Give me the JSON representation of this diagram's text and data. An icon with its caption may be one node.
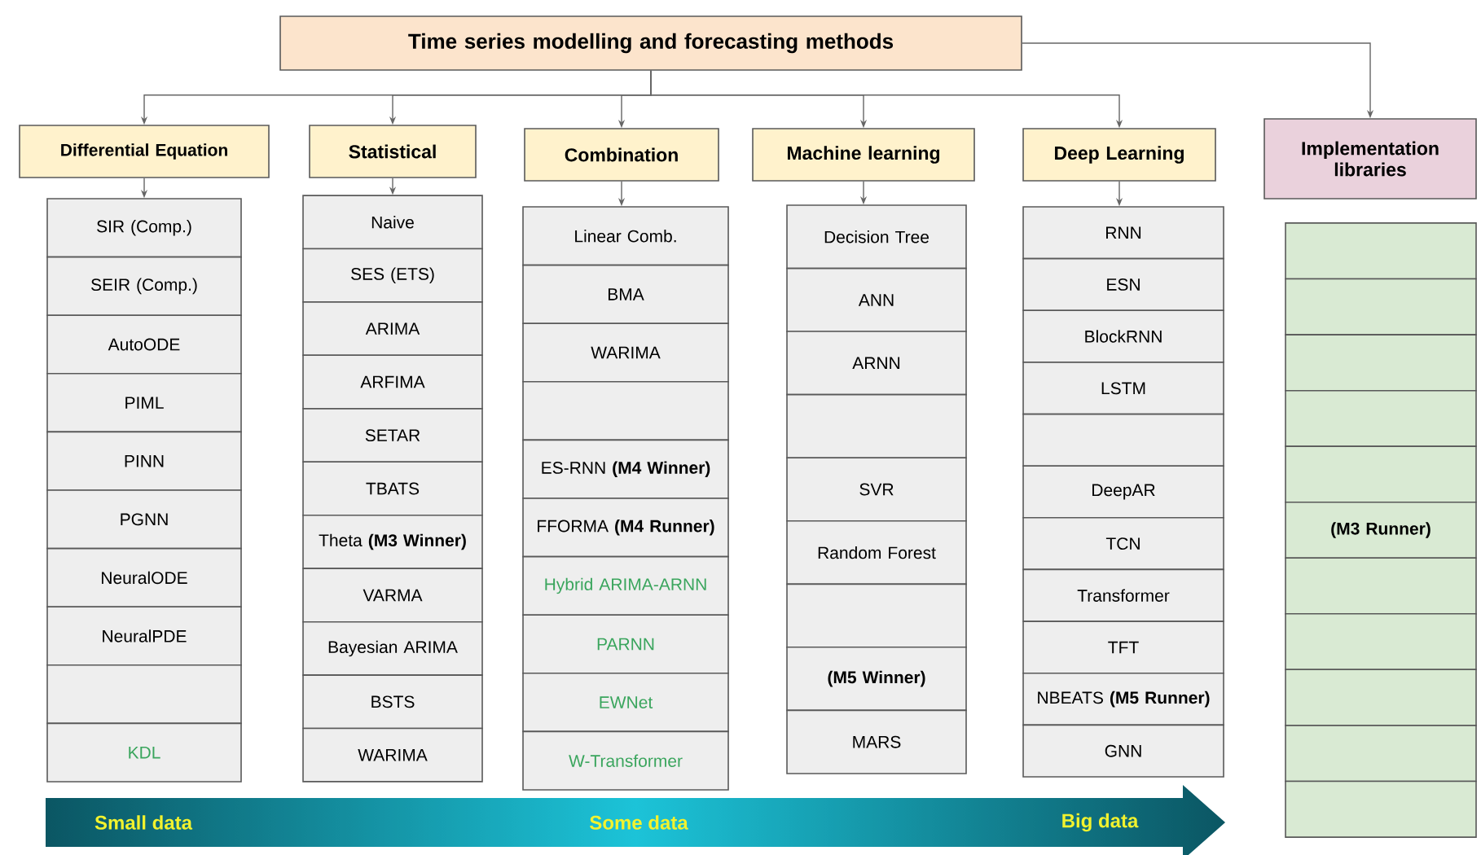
{
  "diagram": {
    "nodes": [
      {
        "text": [
          "Time series modelling and forecasting methods"
        ]
      },
      {
        "text": [
          "Differential Equation"
        ]
      },
      {
        "text": [
          "Statistical"
        ]
      },
      {
        "text": [
          "Combination"
        ]
      },
      {
        "text": [
          "Machine learning"
        ]
      },
      {
        "text": [
          "Deep Learning"
        ]
      },
      {
        "text": [
          "Implementation libraries"
        ]
      },
      {
        "text": [
          "SIR (Comp.)"
        ]
      },
      {
        "text": [
          "SEIR (Comp.)"
        ]
      },
      {
        "text": [
          "AutoODE"
        ]
      },
      {
        "text": [
          "PIML"
        ]
      },
      {
        "text": [
          "PINN"
        ]
      },
      {
        "text": [
          "PGNN"
        ]
      },
      {
        "text": [
          "NeuralODE"
        ]
      },
      {
        "text": [
          "NeuralPDE"
        ]
      },
      {
        "text": [],
        "shape": "box"
      },
      {
        "text": [
          "KDL"
        ]
      },
      {
        "text": [
          "Naive"
        ]
      },
      {
        "text": [
          "SES (ETS)"
        ]
      },
      {
        "text": [
          "ARIMA"
        ]
      },
      {
        "text": [
          "ARFIMA"
        ]
      },
      {
        "text": [
          "SETAR"
        ]
      },
      {
        "text": [
          "TBATS"
        ]
      },
      {
        "text": [
          "Theta **(M3 Winner)**"
        ]
      },
      {
        "text": [
          "VARMA"
        ]
      },
      {
        "text": [
          "Bayesian ARIMA"
        ]
      },
      {
        "text": [
          "BSTS"
        ]
      },
      {
        "text": [
          "WARIMA"
        ]
      },
      {
        "text": [
          "Linear Comb."
        ]
      },
      {
        "text": [
          "BMA"
        ]
      },
      {
        "text": [
          "WARIMA"
        ]
      },
      {
        "text": [],
        "shape": "box"
      },
      {
        "text": [
          "ES-RNN **(M4 Winner)**"
        ]
      },
      {
        "text": [
          "FFORMA **(M4 Runner)**"
        ]
      },
      {
        "text": [
          "Hybrid ARIMA-ARNN"
        ]
      },
      {
        "text": [
          "PARNN"
        ]
      },
      {
        "text": [
          "EWNet"
        ]
      },
      {
        "text": [
          "W-Transformer"
        ]
      },
      {
        "text": [
          "Decision Tree"
        ]
      },
      {
        "text": [
          "ANN"
        ]
      },
      {
        "text": [
          "ARNN"
        ]
      },
      {
        "text": [],
        "shape": "box"
      },
      {
        "text": [
          "SVR"
        ]
      },
      {
        "text": [
          "Random Forest"
        ]
      },
      {
        "text": [],
        "shape": "box"
      },
      {
        "text": [
          "(M5 Winner)"
        ]
      },
      {
        "text": [
          "MARS"
        ]
      },
      {
        "text": [
          "RNN"
        ]
      },
      {
        "text": [
          "ESN"
        ]
      },
      {
        "text": [
          "BlockRNN"
        ]
      },
      {
        "text": [
          "LSTM"
        ]
      },
      {
        "text": [],
        "shape": "box"
      },
      {
        "text": [
          "DeepAR"
        ]
      },
      {
        "text": [
          "TCN"
        ]
      },
      {
        "text": [
          "Transformer"
        ]
      },
      {
        "text": [
          "TFT"
        ]
      },
      {
        "text": [
          "NBEATS **(M5 Runner)**"
        ]
      },
      {
        "text": [
          "GNN"
        ]
      },
      {
        "text": [],
        "shape": "box"
      },
      {
        "text": [],
        "shape": "box"
      },
      {
        "text": [],
        "shape": "box"
      },
      {
        "text": [],
        "shape": "box"
      },
      {
        "text": [],
        "shape": "box"
      },
      {
        "text": [
          "(M3 Runner)"
        ]
      },
      {
        "text": [],
        "shape": "box"
      },
      {
        "text": [],
        "shape": "box"
      },
      {
        "text": [],
        "shape": "box"
      },
      {
        "text": [],
        "shape": "box"
      },
      {
        "text": [],
        "shape": "box"
      }
    ],
    "edges": [
      {
        "from": 0,
        "to": 1,
        "arrow": "to"
      },
      {
        "from": 0,
        "to": 2,
        "arrow": "to"
      },
      {
        "from": 0,
        "to": 3,
        "arrow": "to"
      },
      {
        "from": 0,
        "to": 4,
        "arrow": "to"
      },
      {
        "from": 0,
        "to": 5,
        "arrow": "to"
      },
      {
        "from": 0,
        "to": 6,
        "arrow": "to"
      },
      {
        "from": 1,
        "to": 7,
        "arrow": "to"
      },
      {
        "from": 2,
        "to": 17,
        "arrow": "to"
      },
      {
        "from": 3,
        "to": 28,
        "arrow": "to"
      },
      {
        "from": 4,
        "to": 38,
        "arrow": "to"
      },
      {
        "from": 5,
        "to": 47,
        "arrow": "to"
      }
    ],
    "labels": [
      "Small data",
      "Some data",
      "Big data"
    ]
  }
}
